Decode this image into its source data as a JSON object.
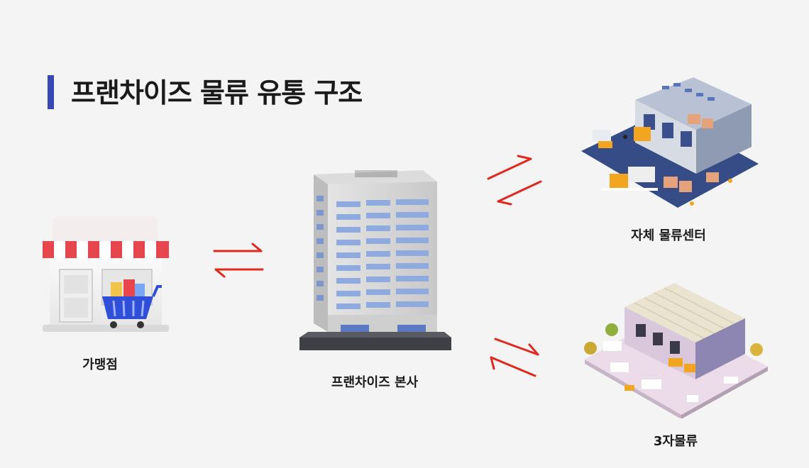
{
  "title": "프랜차이즈 물류 유통 구조",
  "colors": {
    "accent_bar": "#3748b6",
    "arrow": "#e0291f",
    "background": "#f4f4f4"
  },
  "nodes": {
    "store": {
      "label": "가맹점",
      "icon": "store-with-cart-icon"
    },
    "hq": {
      "label": "프랜차이즈 본사",
      "icon": "office-building-icon"
    },
    "own_center": {
      "label": "자체 물류센터",
      "icon": "warehouse-with-trucks-icon"
    },
    "third_party": {
      "label": "3자물류",
      "icon": "logistics-complex-icon"
    }
  },
  "edges": [
    {
      "from": "가맹점",
      "to": "프랜차이즈 본사",
      "direction": "bidirectional"
    },
    {
      "from": "프랜차이즈 본사",
      "to": "자체 물류센터",
      "direction": "bidirectional"
    },
    {
      "from": "프랜차이즈 본사",
      "to": "3자물류",
      "direction": "bidirectional"
    }
  ]
}
